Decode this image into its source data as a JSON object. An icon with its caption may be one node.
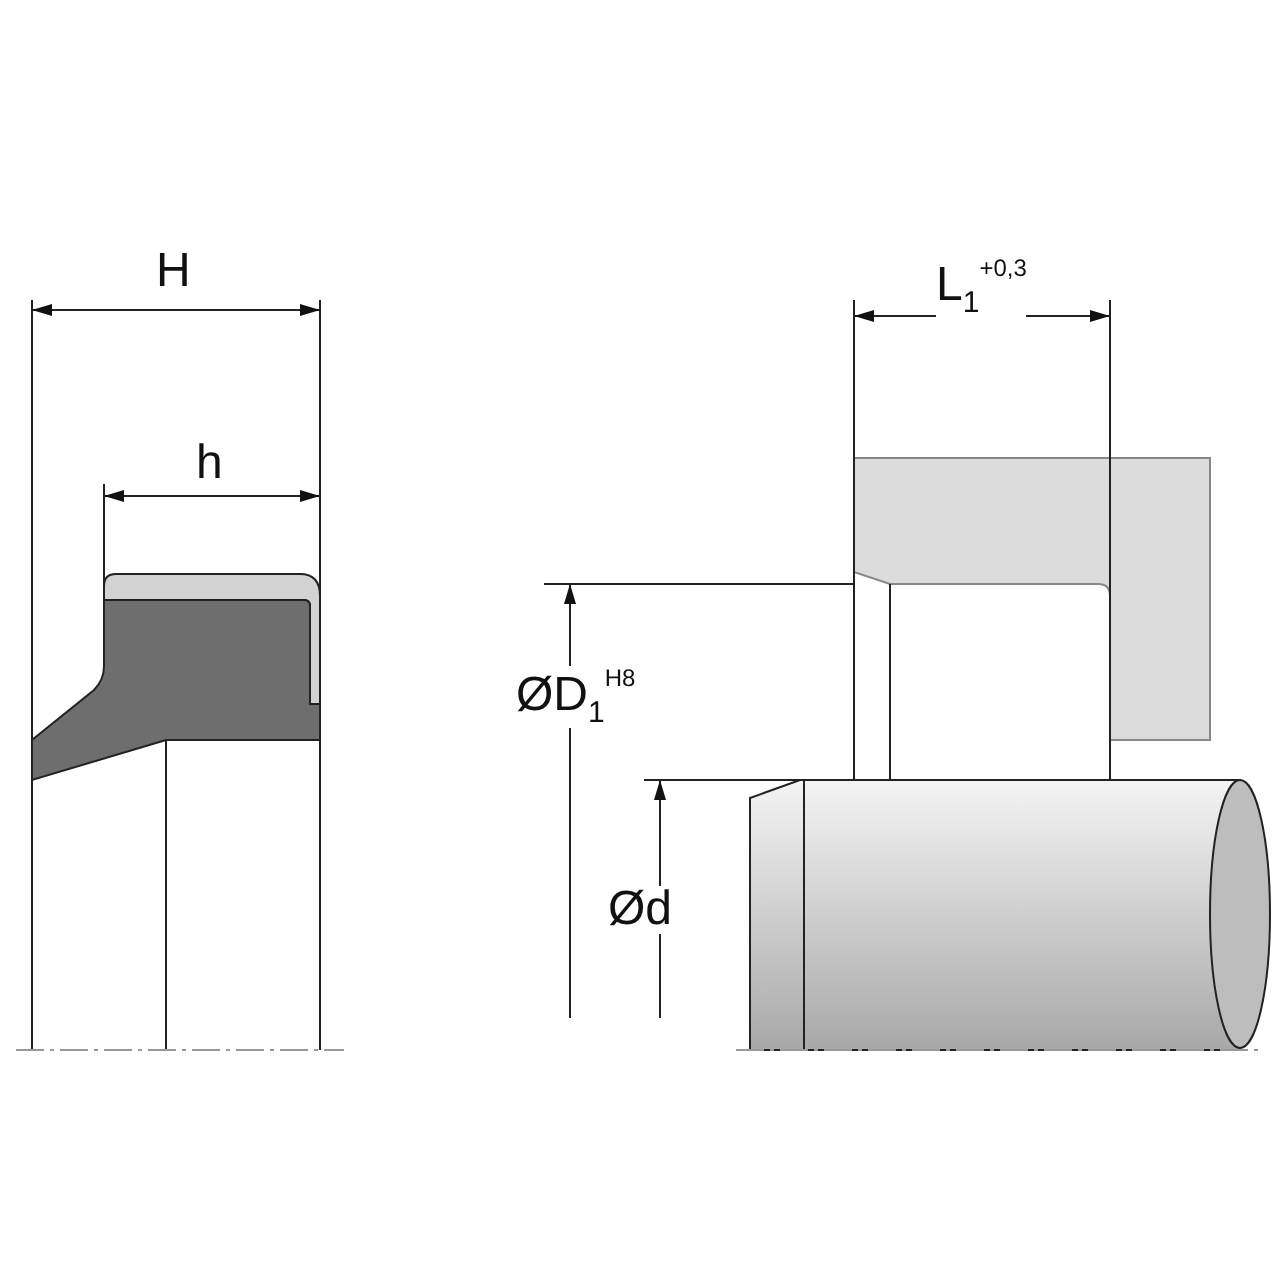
{
  "diagram": {
    "labels": [
      "H",
      "h",
      "L$_{1}$$^{+0,3}$",
      "ØD$_{1}$$^{H8}$",
      "Ød"
    ]
  }
}
